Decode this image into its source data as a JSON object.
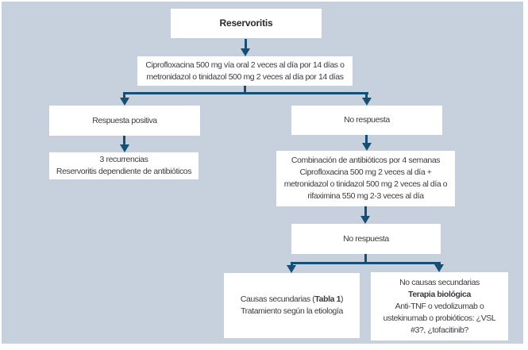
{
  "colors": {
    "canvas-bg": "#c7d1de",
    "node-bg": "#ffffff",
    "line-color": "#174e74",
    "text-color": "#3b3b41",
    "title-color": "#28282d"
  },
  "nodes": {
    "root": {
      "label": "Reservoritis"
    },
    "first_line_therapy": {
      "lines": [
        "Ciprofloxacina 500 mg vía oral 2 veces al día por 14 días o",
        "metronidazol o tinidazol 500 mg 2 veces al día por 14 días"
      ]
    },
    "positive_response": {
      "label": "Respuesta positiva"
    },
    "recurrences": {
      "lines": [
        "3 recurrencias",
        "Reservoritis dependiente de antibióticos"
      ]
    },
    "no_response_1": {
      "label": "No respuesta"
    },
    "combination_therapy": {
      "lines": [
        "Combinación de antibióticos por 4 semanas",
        "Ciprofloxacina 500 mg 2 veces al día +",
        "metronidazol o tinidazol 500 mg 2 veces al día o",
        "rifaximina 550 mg 2-3 veces al día"
      ]
    },
    "no_response_2": {
      "label": "No respuesta"
    },
    "secondary_causes": {
      "line1_prefix": "Causas secundarias (",
      "line1_bold": "Tabla 1",
      "line1_suffix": ")",
      "line2": "Tratamiento según la etiología"
    },
    "no_secondary_causes": {
      "line1": "No causas secundarias",
      "line2_bold": "Terapia biológica",
      "line3": "Anti-TNF o vedolizumab o",
      "line4": "ustekinumab o probióticos: ¿VSL",
      "line5": "#3?, ¿tofacitinib?"
    }
  }
}
